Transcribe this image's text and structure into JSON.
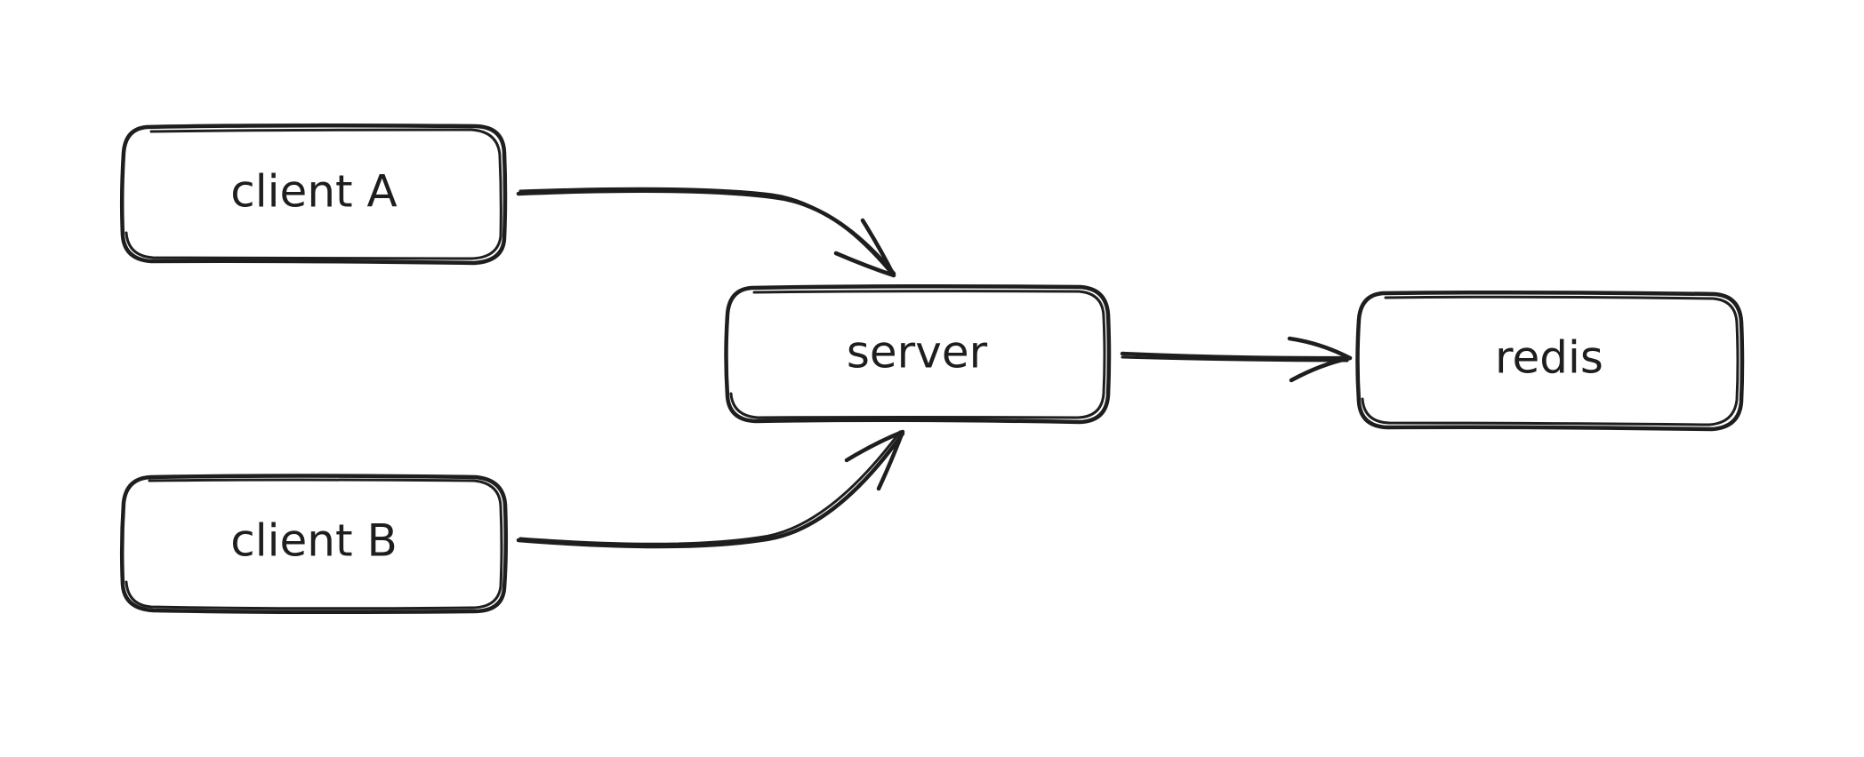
{
  "diagram": {
    "nodes": [
      {
        "id": "client-a",
        "label": "client A"
      },
      {
        "id": "client-b",
        "label": "client B"
      },
      {
        "id": "server",
        "label": "server"
      },
      {
        "id": "redis",
        "label": "redis"
      }
    ],
    "edges": [
      {
        "from": "client-a",
        "to": "server"
      },
      {
        "from": "client-b",
        "to": "server"
      },
      {
        "from": "server",
        "to": "redis"
      }
    ],
    "colors": {
      "stroke": "#1e1e1e",
      "background": "#ffffff"
    }
  }
}
